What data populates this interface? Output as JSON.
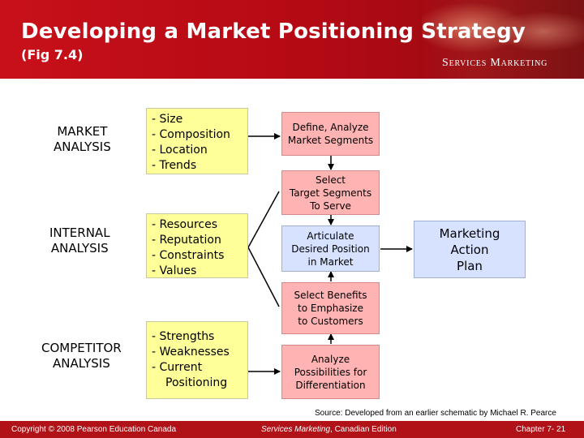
{
  "header": {
    "title": "Developing a Market Positioning Strategy",
    "subtitle": "(Fig 7.4)",
    "brand": "Services Marketing"
  },
  "analyses": {
    "market": [
      "MARKET",
      "ANALYSIS"
    ],
    "internal": [
      "INTERNAL",
      "ANALYSIS"
    ],
    "competitor": [
      "COMPETITOR",
      "ANALYSIS"
    ]
  },
  "factors": {
    "market": [
      "- Size",
      "- Composition",
      "- Location",
      "- Trends"
    ],
    "internal": [
      "- Resources",
      "- Reputation",
      "- Constraints",
      "- Values"
    ],
    "competitor": [
      "- Strengths",
      "- Weaknesses",
      "- Current",
      "Positioning"
    ]
  },
  "steps": {
    "define": [
      "Define, Analyze",
      "Market Segments"
    ],
    "select_targets": [
      "Select",
      "Target Segments",
      "To Serve"
    ],
    "articulate": [
      "Articulate",
      "Desired Position",
      "in Market"
    ],
    "select_benefits": [
      "Select Benefits",
      "to Emphasize",
      "to Customers"
    ],
    "analyze": [
      "Analyze",
      "Possibilities for",
      "Differentiation"
    ]
  },
  "outcome": [
    "Marketing",
    "Action",
    "Plan"
  ],
  "source": "Source: Developed from an earlier schematic by Michael R. Pearce",
  "footer": {
    "copyright": "Copyright © 2008 Pearson Education Canada",
    "book_title": "Services Marketing",
    "edition": ", Canadian Edition",
    "chapter": "Chapter 7- 21"
  },
  "colors": {
    "header_red": "#c8101a",
    "factor_box": "#ffff99",
    "step_box": "#ffb3b3",
    "outcome_box": "#d6e2ff"
  }
}
